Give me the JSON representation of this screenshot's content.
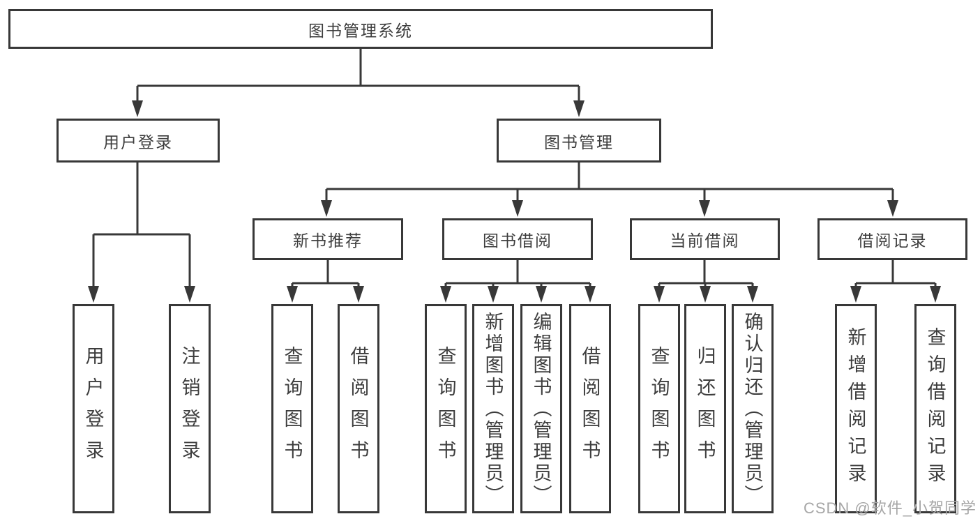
{
  "nodes": {
    "root": "图书管理系统",
    "user_login": "用户登录",
    "book_mgmt": "图书管理",
    "new_book_rec": "新书推荐",
    "book_borrow": "图书借阅",
    "current_borrow": "当前借阅",
    "borrow_record": "借阅记录",
    "leaf_user_login": "用户登录",
    "leaf_logout": "注销登录",
    "leaf_query_book_rec": "查询图书",
    "leaf_borrow_book_rec": "借阅图书",
    "leaf_query_book_borrow": "查询图书",
    "leaf_add_book_admin": "新增图书（管理员）",
    "leaf_edit_book_admin": "编辑图书（管理员）",
    "leaf_borrow_book_borrow": "借阅图书",
    "leaf_query_book_current": "查询图书",
    "leaf_return_book": "归还图书",
    "leaf_confirm_return_admin": "确认归还（管理员）",
    "leaf_add_borrow_record": "新增借阅记录",
    "leaf_query_borrow_record": "查询借阅记录"
  },
  "watermark": "CSDN @软件_小贺同学",
  "colors": {
    "line": "#383838",
    "text": "#3d3d3d",
    "background": "#ffffff",
    "watermark": "#a6a6a6"
  }
}
